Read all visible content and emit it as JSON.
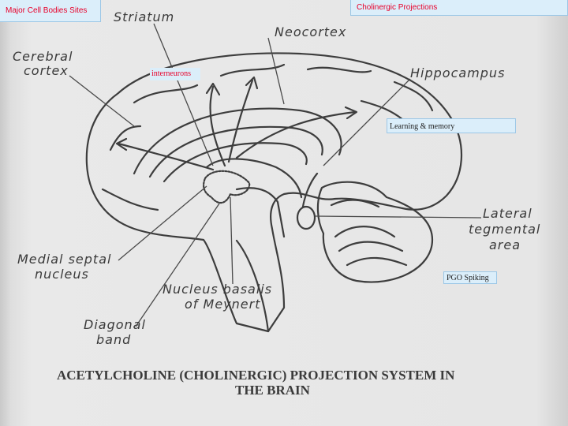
{
  "overlay_labels": {
    "major_cell_bodies": "Major Cell Bodies Sites",
    "cholinergic_projections": "Cholinergic Projections",
    "interneurons": "interneurons",
    "learning_memory": "Learning & memory",
    "pgo_spiking": "PGO Spiking"
  },
  "structure_labels": {
    "striatum": "Striatum",
    "neocortex": "Neocortex",
    "cerebral_cortex_1": "Cerebral",
    "cerebral_cortex_2": "cortex",
    "hippocampus": "Hippocampus",
    "lateral_1": "Lateral",
    "lateral_2": "tegmental",
    "lateral_3": "area",
    "medial_1": "Medial septal",
    "medial_2": "nucleus",
    "basalis_1": "Nucleus basalis",
    "basalis_2": "of Meynert",
    "diagonal_1": "Diagonal",
    "diagonal_2": "band"
  },
  "caption": {
    "line1": "ACETYLCHOLINE (CHOLINERGIC) PROJECTION SYSTEM IN",
    "line2": "THE BRAIN"
  },
  "colors": {
    "overlay_red_text": "#e8002a",
    "overlay_box_bg": "#dbeefa",
    "ink": "#3a3a3a"
  }
}
